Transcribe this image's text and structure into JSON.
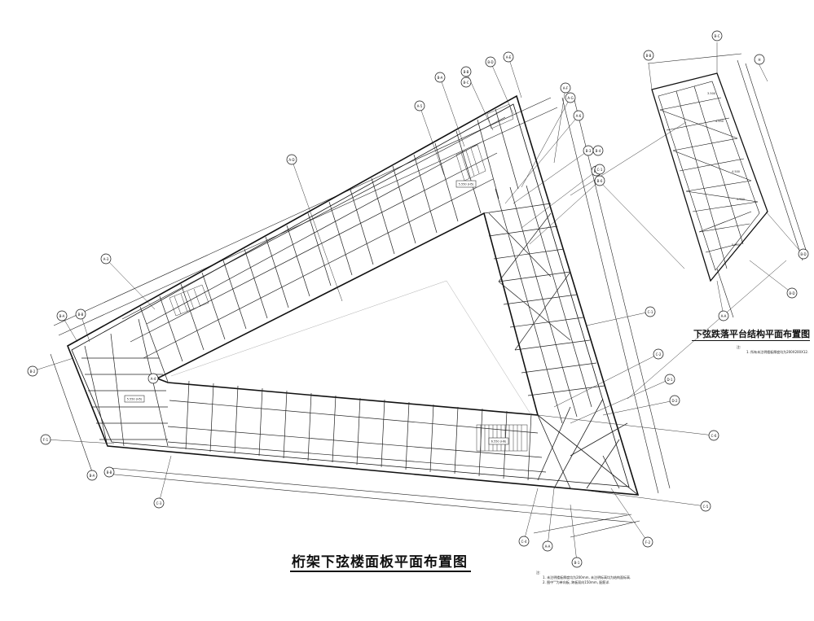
{
  "drawing": {
    "main_title": "桁架下弦楼面板平面布置图",
    "side_title": "下弦跌落平台结构平面布置图",
    "side_notes": [
      "注:",
      "1. 所有未注明楼板厚度均为200X200X12."
    ],
    "main_notes": [
      "注:",
      "1. 未注明楼板厚度均为200mm, 未注明标高均为结构面标高.",
      "2. 图中\"\"为单向板, 跨板双向150mm, 配筋详."
    ],
    "axis_bubbles": [
      "A-A",
      "A-D",
      "A-E",
      "A-F",
      "A-G",
      "A-1",
      "A-2",
      "A-3",
      "A-4",
      "A-5",
      "A-6",
      "B-1",
      "B-2",
      "B-3",
      "B-4",
      "B-5",
      "B-6",
      "C-1",
      "C-2",
      "C-3",
      "C-4",
      "C-5",
      "C-6",
      "D-1",
      "D-2",
      "F-1",
      "F-2",
      "B-A",
      "B-B",
      "B-C",
      "B-D",
      "H"
    ],
    "elevation_tags": [
      "5.550 (H5)",
      "5.550 (H5)",
      "6.550 (H6)",
      "3.500",
      "4.450",
      "4.500",
      "5.550",
      "5.550"
    ]
  }
}
